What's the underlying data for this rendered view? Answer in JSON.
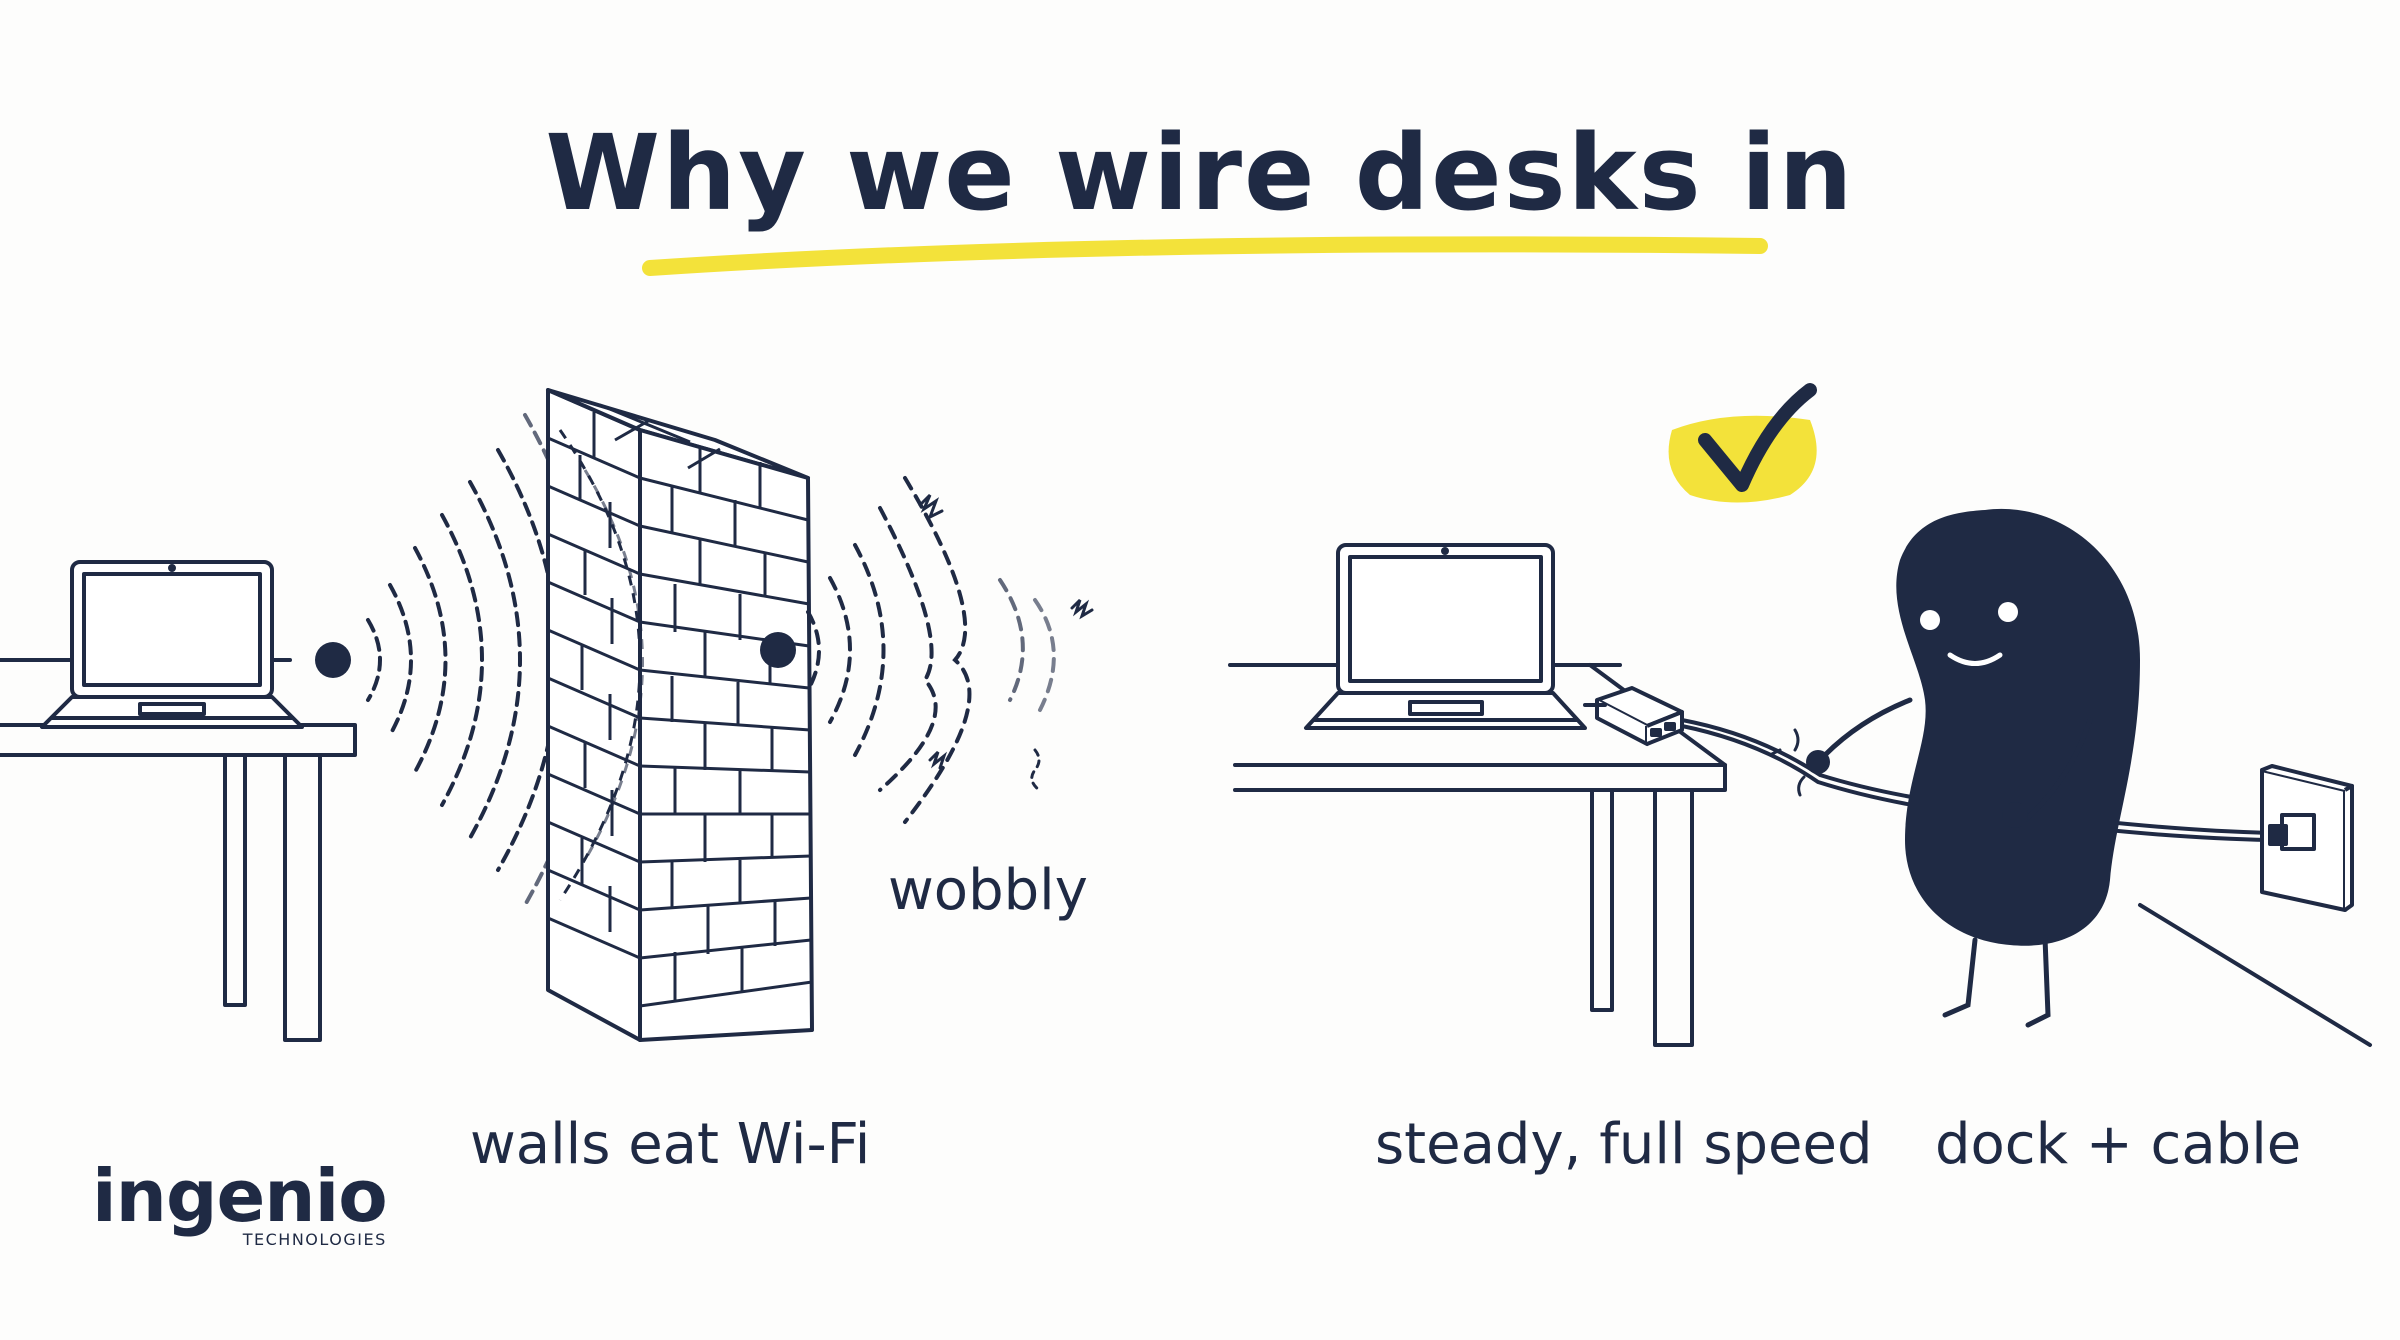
{
  "title": "Why we wire desks in",
  "labels": {
    "wobbly": "wobbly",
    "walls": "walls eat Wi-Fi",
    "steady": "steady, full speed",
    "dock": "dock + cable"
  },
  "logo": {
    "name": "ingenio",
    "sub": "TECHNOLOGIES"
  },
  "colors": {
    "ink": "#1f2a44",
    "highlight": "#f3e23a",
    "background": "#fdfdfc"
  },
  "icons": [
    "laptop-icon",
    "brick-wall-icon",
    "wifi-signal-icon",
    "checkmark-icon",
    "dock-icon",
    "wall-socket-icon",
    "bean-character"
  ]
}
